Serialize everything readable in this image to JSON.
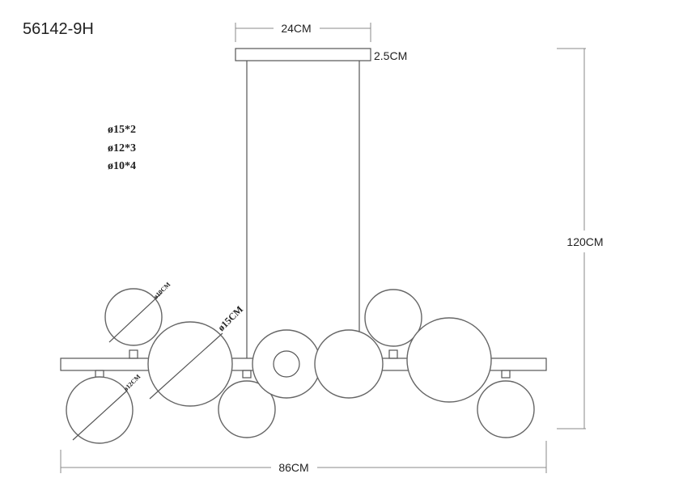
{
  "model": "56142-9H",
  "dimensions": {
    "canopy_width": "24CM",
    "canopy_height": "2.5CM",
    "total_height": "120CM",
    "total_width": "86CM"
  },
  "globe_list": [
    "ø15*2",
    "ø12*3",
    "ø10*4"
  ],
  "globe_labels": {
    "small": "ø10CM",
    "large": "ø15CM",
    "medium": "ø12CM"
  }
}
